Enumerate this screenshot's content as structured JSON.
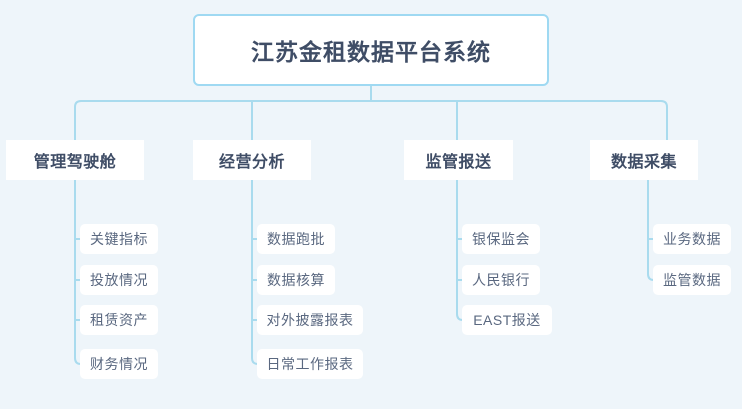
{
  "diagram": {
    "type": "org-tree",
    "title": "江苏金租数据平台系统",
    "colors": {
      "background": "#eef5fa",
      "node_background": "#ffffff",
      "connector": "#a9dbee",
      "root_border": "#9fd9f2",
      "title_text": "#3f4d66",
      "branch_text": "#3f4d66",
      "leaf_text": "#5a6880"
    },
    "branches": [
      {
        "label": "管理驾驶舱",
        "leaves": [
          {
            "label": "关键指标"
          },
          {
            "label": "投放情况"
          },
          {
            "label": "租赁资产"
          },
          {
            "label": "财务情况"
          }
        ]
      },
      {
        "label": "经营分析",
        "leaves": [
          {
            "label": "数据跑批"
          },
          {
            "label": "数据核算"
          },
          {
            "label": "对外披露报表"
          },
          {
            "label": "日常工作报表"
          }
        ]
      },
      {
        "label": "监管报送",
        "leaves": [
          {
            "label": "银保监会"
          },
          {
            "label": "人民银行"
          },
          {
            "label": "EAST报送"
          }
        ]
      },
      {
        "label": "数据采集",
        "leaves": [
          {
            "label": "业务数据"
          },
          {
            "label": "监管数据"
          }
        ]
      }
    ]
  }
}
